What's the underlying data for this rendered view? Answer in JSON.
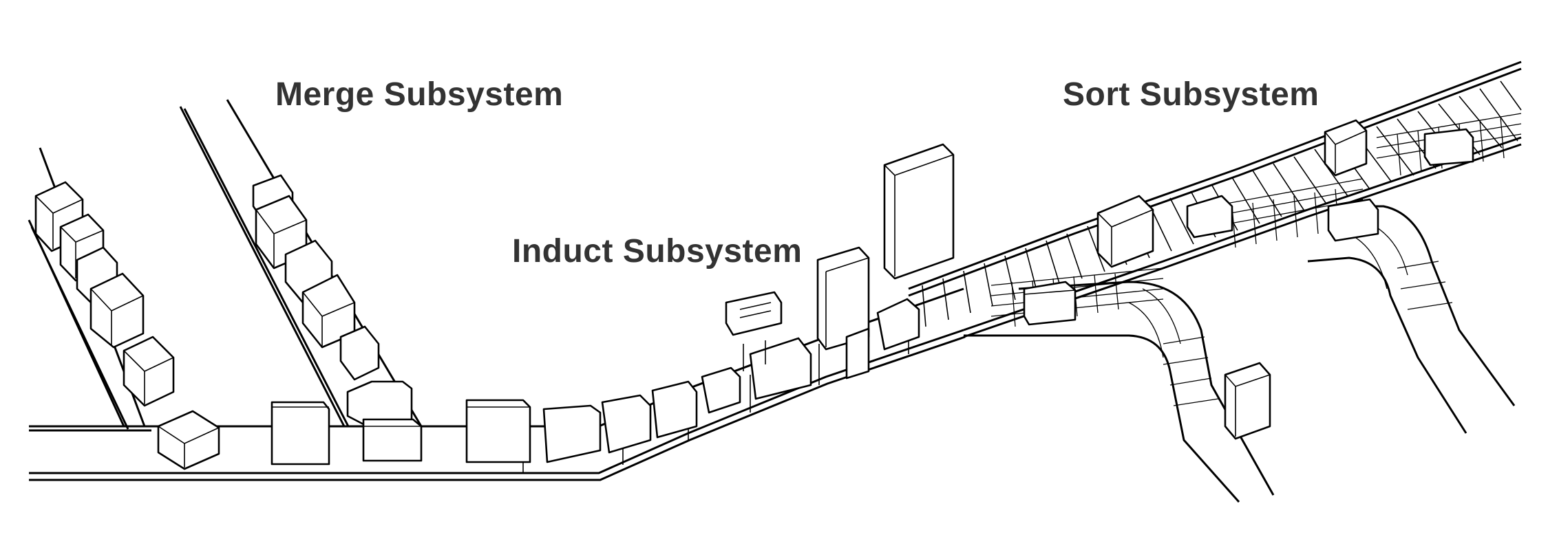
{
  "labels": {
    "merge": "Merge Subsystem",
    "induct": "Induct Subsystem",
    "sort": "Sort Subsystem"
  },
  "colors": {
    "ink": "#000000",
    "label": "#333333",
    "background": "#ffffff"
  }
}
